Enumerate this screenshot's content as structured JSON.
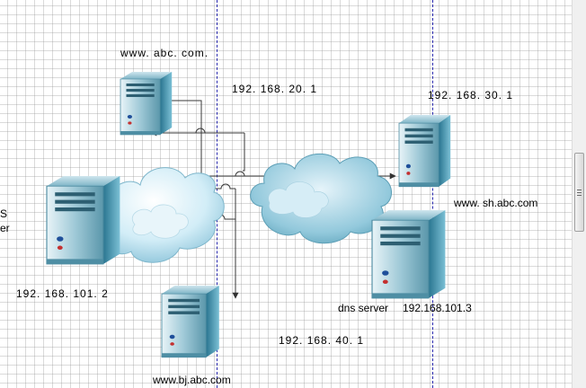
{
  "diagram": {
    "labels": {
      "abc_host": "www. abc. com.",
      "subnet_20": "192. 168. 20. 1",
      "subnet_30": "192. 168. 30. 1",
      "sh_host": "www. sh.abc.com",
      "dns_left_partial_1": "S",
      "dns_left_partial_2": "er",
      "ip_101_2": "192. 168. 101. 2",
      "dns_server": "dns server",
      "ip_101_3": "192.168.101.3",
      "subnet_40": "192. 168. 40. 1",
      "bj_host": "www.bj.abc.com"
    },
    "colors": {
      "grid": "#c8c8c8",
      "divider": "#2b2bb0",
      "server_body": "#3f8ea8",
      "cloud": "#a9d8ec",
      "connector": "#3a3a3a"
    }
  },
  "scrollbar": {
    "orientation": "vertical"
  }
}
